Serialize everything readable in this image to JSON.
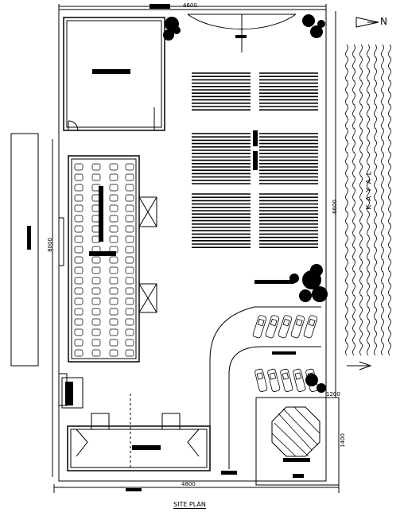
{
  "title": "SITE PLAN",
  "dimensions": {
    "top_width": "4600",
    "bottom_width": "4800",
    "left_height": "8000",
    "right_height": "6600",
    "parking_pad_width": "1200",
    "parking_pad_height": "1400"
  },
  "north_label": "N",
  "water_label": "K A Y A L"
}
